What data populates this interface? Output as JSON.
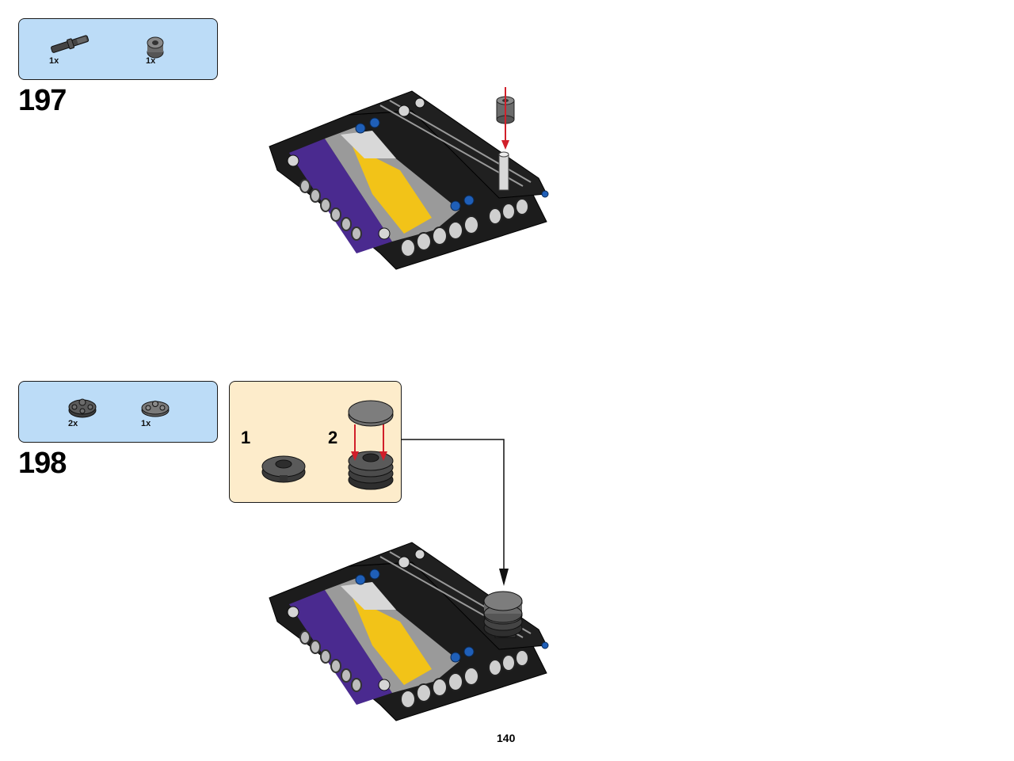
{
  "steps": [
    {
      "number": "197",
      "parts": [
        {
          "qty": "1x",
          "icon": "axle-pin-icon"
        },
        {
          "qty": "1x",
          "icon": "bush-icon"
        }
      ]
    },
    {
      "number": "198",
      "parts": [
        {
          "qty": "2x",
          "icon": "round-plate-icon"
        },
        {
          "qty": "1x",
          "icon": "round-plate-icon"
        }
      ],
      "substeps": [
        {
          "label": "1"
        },
        {
          "label": "2"
        }
      ]
    }
  ],
  "page_number": "140",
  "colors": {
    "parts_box": "#bcdcf7",
    "substep_box": "#fdeccb",
    "arrow_red": "#d11f2a",
    "frame_black": "#1c1c1c",
    "decal_purple": "#4a2a8f",
    "decal_yellow": "#f2c318",
    "pin_blue": "#1f5fb8"
  }
}
